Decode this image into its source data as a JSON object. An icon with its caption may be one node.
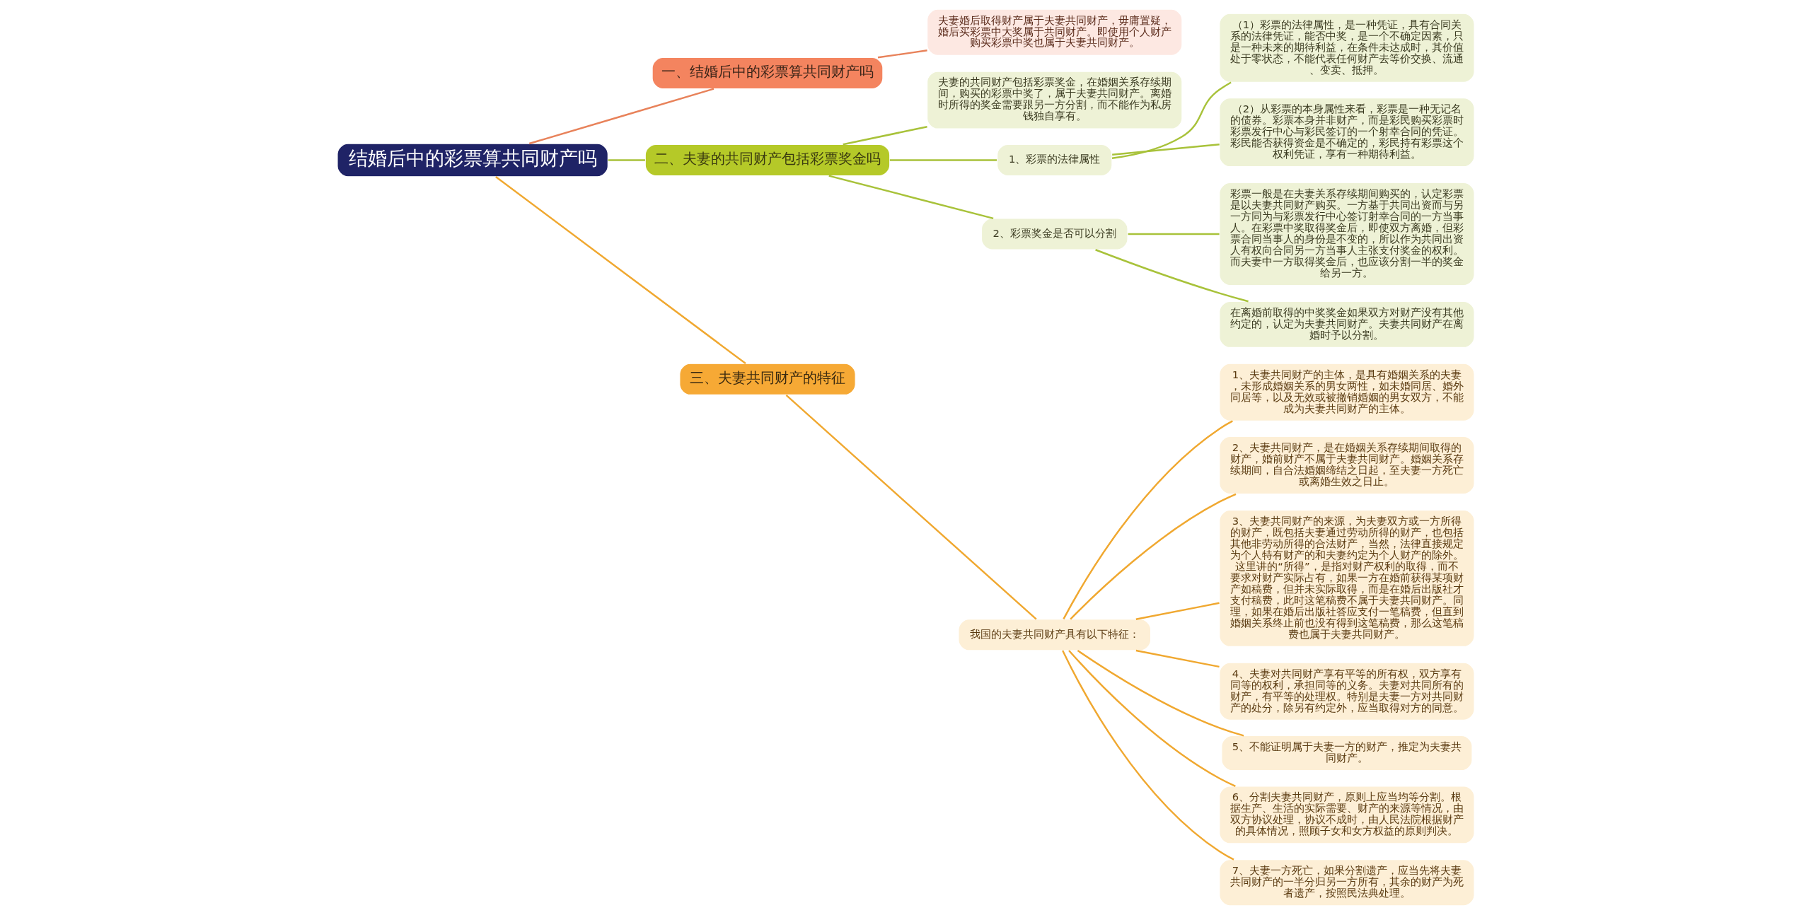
{
  "diagram": {
    "nodes": [
      {
        "text": [
          "结婚后中的彩票算共同财产吗"
        ]
      },
      {
        "text": [
          "一、结婚后中的彩票算共同财产吗"
        ]
      },
      {
        "text": [
          "夫妻婚后取得财产属于夫妻共同财产，毋庸置疑，婚后买彩票中大奖属于共同财产。即使用个人财产购买彩票中奖也属于夫妻共同财产。"
        ]
      },
      {
        "text": [
          "二、夫妻的共同财产包括彩票奖金吗"
        ]
      },
      {
        "text": [
          "夫妻的共同财产包括彩票奖金，在婚姻关系存续期间，购买的彩票中奖了，属于夫妻共同财产。离婚时所得的奖金需要跟另一方分割，而不能作为私房钱独自享有。"
        ]
      },
      {
        "text": [
          "1、彩票的法律属性"
        ]
      },
      {
        "text": [
          "（1）彩票的法律属性，是一种凭证，具有合同关系的法律凭证，能否中奖，是一个不确定因素，只是一种未来的期待利益，在条件未达成时，其价值处于零状态，不能代表任何财产去等价交换、流通、变卖、抵押。"
        ]
      },
      {
        "text": [
          "（2）从彩票的本身属性来看，彩票是一种无记名的债券。彩票本身并非财产，而是彩民购买彩票时彩票发行中心与彩民签订的一个射幸合同的凭证。彩民能否获得资金是不确定的，彩民持有彩票这个权利凭证，享有一种期待利益。"
        ]
      },
      {
        "text": [
          "2、彩票奖金是否可以分割"
        ]
      },
      {
        "text": [
          "彩票一般是在夫妻关系存续期间购买的，认定彩票是以夫妻共同财产购买。一方基于共同出资而与另一方同为与彩票发行中心签订射幸合同的一方当事人。在彩票中奖取得奖金后，即使双方离婚，但彩票合同当事人的身份是不变的，所以作为共同出资人有权向合同另一方当事人主张支付奖金的权利。而夫妻中一方取得奖金后，也应该分割一半的奖金给另一方。"
        ]
      },
      {
        "text": [
          "在离婚前取得的中奖奖金如果双方对财产没有其他约定的，认定为夫妻共同财产。夫妻共同财产在离婚时予以分割。"
        ]
      },
      {
        "text": [
          "三、夫妻共同财产的特征"
        ]
      },
      {
        "text": [
          "我国的夫妻共同财产具有以下特征："
        ]
      },
      {
        "text": [
          "1、夫妻共同财产的主体，是具有婚姻关系的夫妻，未形成婚姻关系的男女两性，如未婚同居、婚外同居等，以及无效或被撤销婚姻的男女双方，不能成为夫妻共同财产的主体。"
        ]
      },
      {
        "text": [
          "2、夫妻共同财产，是在婚姻关系存续期间取得的财产，婚前财产不属于夫妻共同财产。婚姻关系存续期间，自合法婚姻缔结之日起，至夫妻一方死亡或离婚生效之日止。"
        ]
      },
      {
        "text": [
          "3、夫妻共同财产的来源，为夫妻双方或一方所得的财产，既包括夫妻通过劳动所得的财产，也包括其他非劳动所得的合法财产，当然，法律直接规定为个人特有财产的和夫妻约定为个人财产的除外。这里讲的“所得”，是指对财产权利的取得，而不要求对财产实际占有，如果一方在婚前获得某项财产如稿费，但并未实际取得，而是在婚后出版社才支付稿费，此时这笔稿费不属于夫妻共同财产。同理，如果在婚后出版社答应支付一笔稿费，但直到婚姻关系终止前也没有得到这笔稿费，那么这笔稿费也属于夫妻共同财产。"
        ]
      },
      {
        "text": [
          "4、夫妻对共同财产享有平等的所有权，双方享有同等的权利，承担同等的义务。夫妻对共同所有的财产，有平等的处理权。特别是夫妻一方对共同财产的处分，除另有约定外，应当取得对方的同意。"
        ]
      },
      {
        "text": [
          "5、不能证明属于夫妻一方的财产，推定为夫妻共同财产。"
        ]
      },
      {
        "text": [
          "6、分割夫妻共同财产，原则上应当均等分割。根据生产、生活的实际需要、财产的来源等情况，由双方协议处理，协议不成时，由人民法院根据财产的具体情况，照顾子女和女方权益的原则判决。"
        ]
      },
      {
        "text": [
          "7、夫妻一方死亡，如果分割遗产，应当先将夫妻共同财产的一半分归另一方所有，其余的财产为死者遗产，按照民法典处理。"
        ]
      }
    ],
    "edges": [
      {
        "from": 0,
        "to": 1,
        "arrow": "none",
        "color": "#e8825a"
      },
      {
        "from": 1,
        "to": 2,
        "arrow": "none",
        "color": "#e8825a"
      },
      {
        "from": 0,
        "to": 3,
        "arrow": "none",
        "color": "#a8c23a"
      },
      {
        "from": 3,
        "to": 4,
        "arrow": "none",
        "color": "#a8c23a"
      },
      {
        "from": 3,
        "to": 5,
        "arrow": "none",
        "color": "#a8c23a"
      },
      {
        "from": 5,
        "to": 6,
        "arrow": "none",
        "color": "#a8c23a"
      },
      {
        "from": 5,
        "to": 7,
        "arrow": "none",
        "color": "#a8c23a"
      },
      {
        "from": 3,
        "to": 8,
        "arrow": "none",
        "color": "#a8c23a"
      },
      {
        "from": 8,
        "to": 9,
        "arrow": "none",
        "color": "#a8c23a"
      },
      {
        "from": 8,
        "to": 10,
        "arrow": "none",
        "color": "#a8c23a"
      },
      {
        "from": 0,
        "to": 11,
        "arrow": "none"
      },
      {
        "from": 11,
        "to": 12,
        "arrow": "none"
      },
      {
        "from": 12,
        "to": 13,
        "arrow": "none"
      },
      {
        "from": 12,
        "to": 14,
        "arrow": "none"
      },
      {
        "from": 12,
        "to": 15,
        "arrow": "none"
      },
      {
        "from": 12,
        "to": 16,
        "arrow": "none"
      },
      {
        "from": 12,
        "to": 17,
        "arrow": "none"
      },
      {
        "from": 12,
        "to": 18,
        "arrow": "none"
      },
      {
        "from": 12,
        "to": 19,
        "arrow": "none"
      }
    ]
  }
}
